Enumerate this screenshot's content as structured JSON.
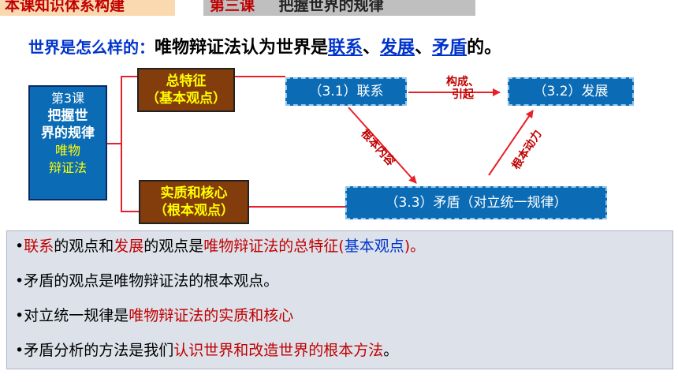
{
  "header": {
    "left_title": "本课知识体系构建",
    "right_lesson": "第三课",
    "right_title": "把握世界的规律"
  },
  "question": {
    "prefix": "世界是怎么样的：",
    "body": "唯物辩证法认为世界是",
    "term1": "联系",
    "sep1": "、",
    "term2": "发展",
    "sep2": "、",
    "term3": "矛盾",
    "suffix": "的。"
  },
  "diagram": {
    "lesson_box": {
      "line1": "第3课",
      "line2": "把握世",
      "line3": "界的规律",
      "line4": "唯物",
      "line5": "辩证法"
    },
    "zong_tezheng": {
      "title": "总特征",
      "subtitle": "（基本观点）"
    },
    "shizhi": {
      "title": "实质和核心",
      "subtitle": "（根本观点）"
    },
    "lianxi": "（3.1）联系",
    "fazhan": "（3.2）发展",
    "maodun": "（3.3）矛盾（对立统一规律）",
    "edge_goucheng": "构成、引起",
    "edge_genben_neirong": "根本内容",
    "edge_genben_dongli": "根本动力"
  },
  "statements": [
    {
      "parts": [
        "•",
        "联系",
        "的观点和",
        "发展",
        "的观点是",
        "唯物辩证法的总特征",
        "(",
        "基本观点",
        ")。"
      ]
    },
    {
      "parts": [
        "•矛盾的观点是唯物辩证法的根本观点。"
      ]
    },
    {
      "parts": [
        "•对立统一规律是",
        "唯物辩证法的实质和核心"
      ]
    },
    {
      "parts": [
        "•矛盾分析的方法是我们",
        "认识世界和改造世界的根本方法",
        "。"
      ]
    }
  ],
  "colors": {
    "red": "#c00000",
    "blue": "#0033cc",
    "box_blue": "#0b6cb5",
    "box_brown": "#833c0b"
  }
}
